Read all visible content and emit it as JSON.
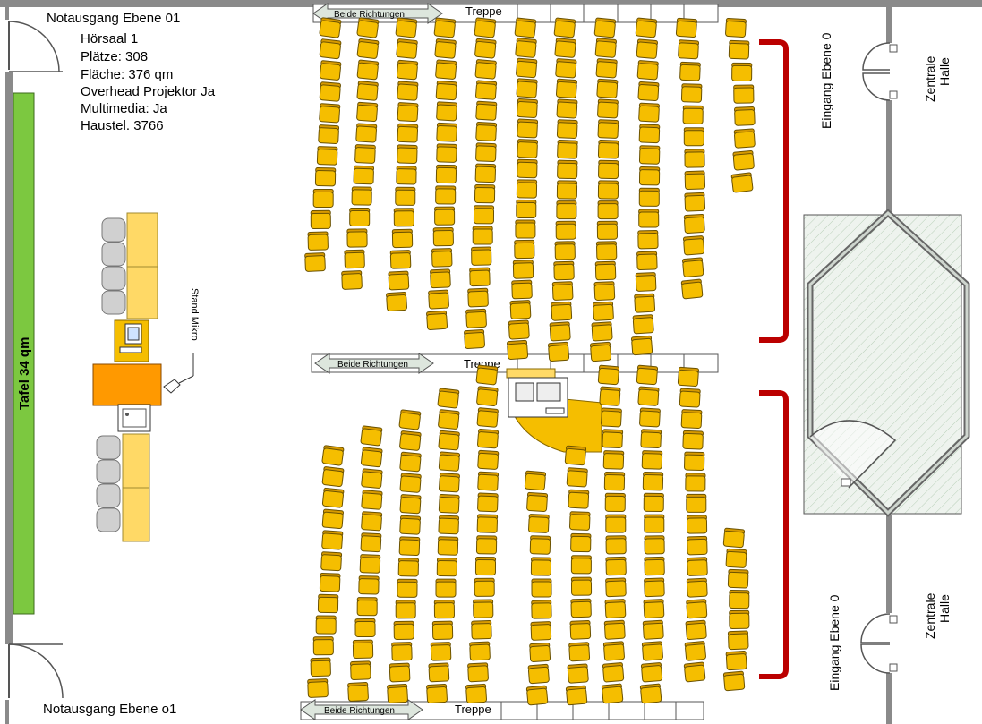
{
  "room_info": {
    "name": "Hörsaal 1",
    "seats": "Plätze: 308",
    "area": "Fläche: 376 qm",
    "projector": "Overhead Projektor Ja",
    "multimedia": "Multimedia: Ja",
    "phone": "Haustel. 3766"
  },
  "exits": {
    "top": "Notausgang Ebene 01",
    "bottom": "Notausgang Ebene o1"
  },
  "board": {
    "label": "Tafel 34 qm",
    "color": "#7cc840"
  },
  "microphone": {
    "label": "Stand Mikro"
  },
  "stairs": [
    {
      "label": "Treppe",
      "direction": "Beide Richtungen"
    },
    {
      "label": "Treppe",
      "direction": "Beide Richtungen"
    },
    {
      "label": "Treppe",
      "direction": "Beide Richtungen"
    }
  ],
  "entrances": [
    {
      "label": "Eingang Ebene 0",
      "hall": "Zentrale\nHalle"
    },
    {
      "label": "Eingang Ebene 0",
      "hall": "Zentrale\nHalle"
    }
  ],
  "colors": {
    "seat": "#f5be00",
    "rail": "#c00000",
    "lectern": "#ff9900",
    "table": "#ffd966",
    "wall": "#808080",
    "hatch": "#e6f0e6"
  }
}
